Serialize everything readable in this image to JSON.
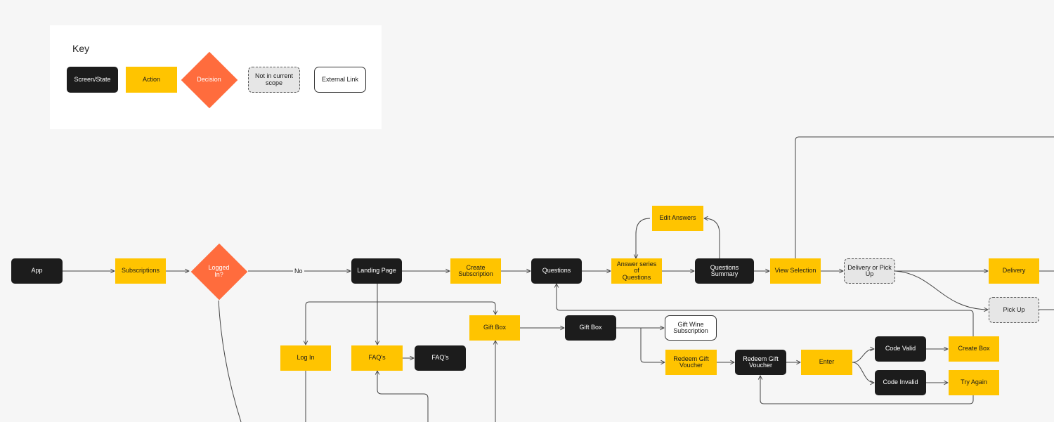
{
  "key": {
    "title": "Key",
    "items": {
      "screen": "Screen/State",
      "action": "Action",
      "decision": "Decision",
      "scope": "Not in current\nscope",
      "external": "External Link"
    }
  },
  "nodes": {
    "app": "App",
    "subscriptions": "Subscriptions",
    "logged_in": "Logged\nIn?",
    "landing_page": "Landing Page",
    "create_subscription": "Create\nSubscription",
    "questions": "Questions",
    "answer_series": "Answer series of\nQuestions",
    "edit_answers": "Edit Answers",
    "questions_summary": "Questions\nSummary",
    "view_selection": "View Selection",
    "delivery_or_pickup": "Delivery or Pick\nUp",
    "delivery": "Delivery",
    "pick_up": "Pick Up",
    "gift_box_action": "Gift Box",
    "gift_box_screen": "Gift Box",
    "gift_wine_subscription": "Gift Wine\nSubscription",
    "redeem_voucher_action": "Redeem Gift\nVoucher",
    "redeem_voucher_screen": "Redeem Gift\nVoucher",
    "enter": "Enter",
    "code_valid": "Code Valid",
    "code_invalid": "Code Invalid",
    "create_box": "Create Box",
    "try_again": "Try Again",
    "log_in": "Log In",
    "faqs_action": "FAQ's",
    "faqs_screen": "FAQ's"
  },
  "labels": {
    "no": "No"
  },
  "colors": {
    "screen": "#1c1c1c",
    "action": "#ffc400",
    "decision": "#ff6c3d",
    "scope": "#e6e6e6",
    "external": "#ffffff",
    "edge": "#444444"
  }
}
